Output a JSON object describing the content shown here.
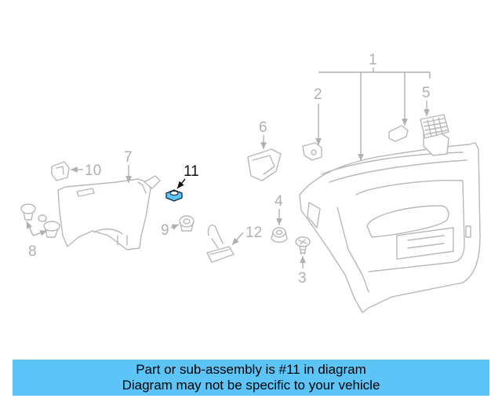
{
  "diagram": {
    "callouts": [
      {
        "id": "1",
        "label": "1",
        "highlighted": false
      },
      {
        "id": "2",
        "label": "2",
        "highlighted": false
      },
      {
        "id": "3",
        "label": "3",
        "highlighted": false
      },
      {
        "id": "4",
        "label": "4",
        "highlighted": false
      },
      {
        "id": "5",
        "label": "5",
        "highlighted": false
      },
      {
        "id": "6",
        "label": "6",
        "highlighted": false
      },
      {
        "id": "7",
        "label": "7",
        "highlighted": false
      },
      {
        "id": "8",
        "label": "8",
        "highlighted": false
      },
      {
        "id": "9",
        "label": "9",
        "highlighted": false
      },
      {
        "id": "10",
        "label": "10",
        "highlighted": false
      },
      {
        "id": "11",
        "label": "11",
        "highlighted": true
      },
      {
        "id": "12",
        "label": "12",
        "highlighted": false
      }
    ],
    "highlight_color": "#5cc4f7",
    "part_color": "#b8b8b8"
  },
  "banner": {
    "line1": "Part or sub-assembly is #11 in diagram",
    "line2": "Diagram may not be specific to your vehicle",
    "background": "#5cc4f7"
  }
}
